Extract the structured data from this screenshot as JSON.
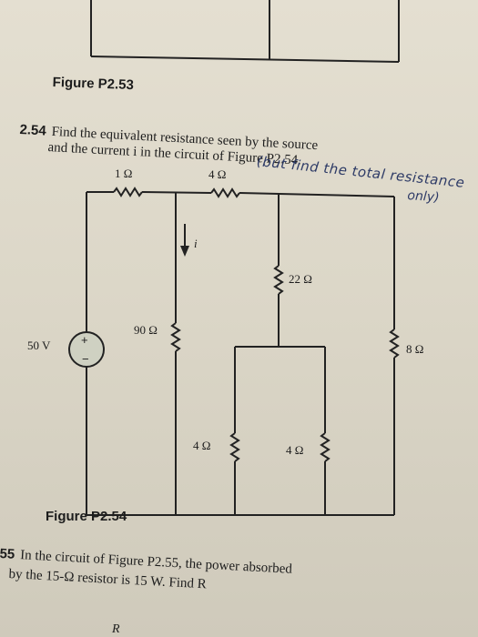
{
  "figure_p2_53": {
    "caption": "Figure P2.53"
  },
  "problem_2_54": {
    "number": "2.54",
    "line1": "Find the equivalent resistance seen by the source",
    "line2": "and the current i in the circuit of Figure P2.54.",
    "handwritten_note_line1": "(but find the total resistance",
    "handwritten_note_line2": "only)"
  },
  "circuit": {
    "source_label": "50 V",
    "source_plus": "+",
    "source_minus": "−",
    "r_top_left": "1 Ω",
    "r_top_mid": "4 Ω",
    "r_90": "90 Ω",
    "r_22": "22 Ω",
    "r_8": "8 Ω",
    "r_bottom_left": "4 Ω",
    "r_bottom_right": "4 Ω",
    "current_label": "i"
  },
  "figure_p2_54": {
    "caption": "Figure P2.54"
  },
  "problem_2_55": {
    "number": "55",
    "line1": "In the circuit of Figure P2.55, the power absorbed",
    "line2": "by the 15-Ω resistor is 15 W. Find R",
    "line3": "R"
  }
}
